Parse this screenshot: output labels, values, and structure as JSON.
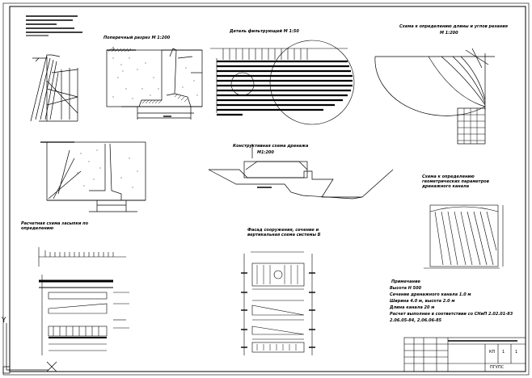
{
  "sheet": {
    "title": "Drainage structure drawing sheet"
  },
  "views": {
    "section_a": {
      "label": "Поперечный разрез М 1:200"
    },
    "section_b": {
      "label": "Деталь фильтрующей М 1:50"
    },
    "section_c": {
      "label": "Схема к определению длины и углов резания"
    },
    "section_c_scale": {
      "label": "М 1:200"
    },
    "profile": {
      "label": "Конструктивная схема дренажа"
    },
    "profile_scale": {
      "label": "М1:200"
    },
    "right_profile": {
      "label": "Схема к определению геометрических параметров дренажного канала"
    },
    "left_bottom": {
      "label": "Расчетная схема засыпки по определению"
    },
    "center_bottom": {
      "label": "Фасад сооружения, сечение и вертикальная схема системы Б"
    }
  },
  "notes": {
    "heading": "Примечание",
    "lines": [
      "Высота Н 500",
      "Сечение дренажного канала 1.0 м",
      "Ширина 4.0 м, высота 2.0 м",
      "Длина канала 20 м",
      "Расчет выполнен в соответствии со СНиП 2.02.01-83",
      "2.06.05-84, 2.06.06-85"
    ]
  },
  "title_block": {
    "sheet_num": "1",
    "sheets": "1",
    "code": "КП",
    "org": "ПГУПС"
  },
  "axis": {
    "y_label": "Y"
  }
}
